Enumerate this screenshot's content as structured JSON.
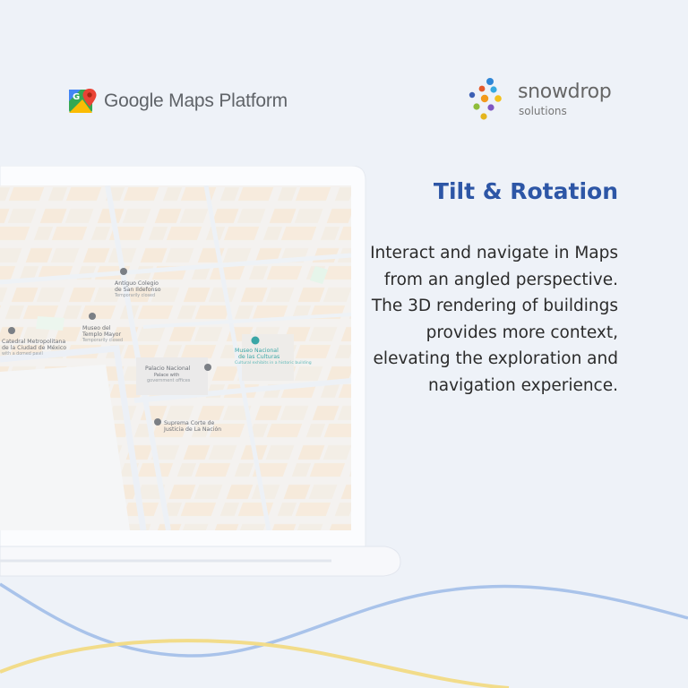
{
  "logos": {
    "google": {
      "text": "Google Maps Platform",
      "icon": "google-maps-pin-icon"
    },
    "snowdrop": {
      "name": "snowdrop",
      "sub": "solutions",
      "icon": "snowdrop-dots-icon"
    }
  },
  "feature": {
    "title": "Tilt & Rotation",
    "description": "Interact and navigate in Maps from an angled perspective. The 3D rendering of buildings provides more context, elevating the exploration and navigation experience."
  },
  "map": {
    "labels": [
      {
        "title": "Antiguo Colegio",
        "line2": "de San Ildefonso",
        "line3": "Temporarily closed"
      },
      {
        "title": "Museo del",
        "line2": "Templo Mayor",
        "line3": "Temporarily closed"
      },
      {
        "title": "Catedral Metropolitana",
        "line2": "de la Ciudad de México",
        "line3": "with a domed pavil"
      },
      {
        "title": "Palacio Nacional",
        "line2": "Palace with",
        "line3": "government offices"
      },
      {
        "title": "Museo Nacional",
        "line2": "de las Culturas",
        "line3": "Cultural exhibits in a historic building"
      },
      {
        "title": "Suprema Corte de",
        "line2": "Justicia de La Nación",
        "line3": ""
      }
    ]
  },
  "colors": {
    "background": "#eef2f8",
    "heading": "#2d56a6",
    "body_text": "#2b2b2b",
    "wave_blue": "#a9c3ea",
    "wave_yellow": "#f2dc8a",
    "map_accent": "#3aa6a6"
  }
}
